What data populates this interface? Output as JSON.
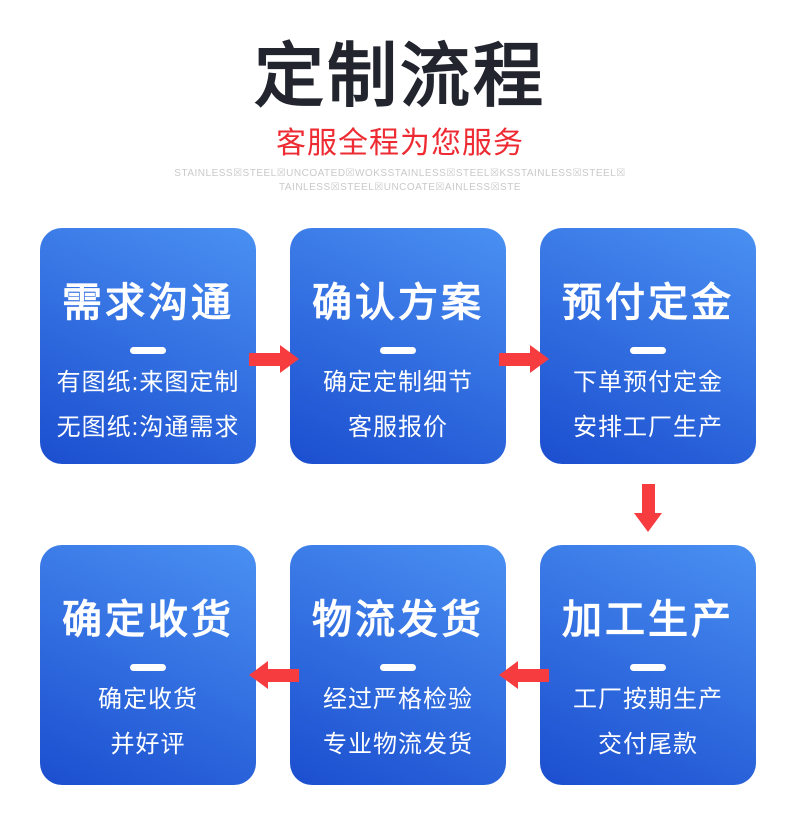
{
  "header": {
    "title": "定制流程",
    "subtitle": "客服全程为您服务",
    "watermark_line1": "STAINLESS☒STEEL☒UNCOATED☒WOKSSTAINLESS☒STEEL☒KSSTAINLESS☒STEEL☒",
    "watermark_line2": "TAINLESS☒STEEL☒UNCOATE☒AINLESS☒STE"
  },
  "steps": [
    {
      "title": "需求沟通",
      "lines": [
        "有图纸:来图定制",
        "无图纸:沟通需求"
      ]
    },
    {
      "title": "确认方案",
      "lines": [
        "确定定制细节",
        "客服报价"
      ]
    },
    {
      "title": "预付定金",
      "lines": [
        "下单预付定金",
        "安排工厂生产"
      ]
    },
    {
      "title": "加工生产",
      "lines": [
        "工厂按期生产",
        "交付尾款"
      ]
    },
    {
      "title": "物流发货",
      "lines": [
        "经过严格检验",
        "专业物流发货"
      ]
    },
    {
      "title": "确定收货",
      "lines": [
        "确定收货",
        "并好评"
      ]
    }
  ],
  "colors": {
    "title_text": "#22252d",
    "subtitle_red": "#ee2b33",
    "arrow_red": "#f73c40",
    "box_gradient_top": "#4a90f2",
    "box_gradient_bottom": "#1b4ecf",
    "box_text": "#ffffff",
    "watermark_gray": "#c9c9c9",
    "background": "#ffffff"
  }
}
